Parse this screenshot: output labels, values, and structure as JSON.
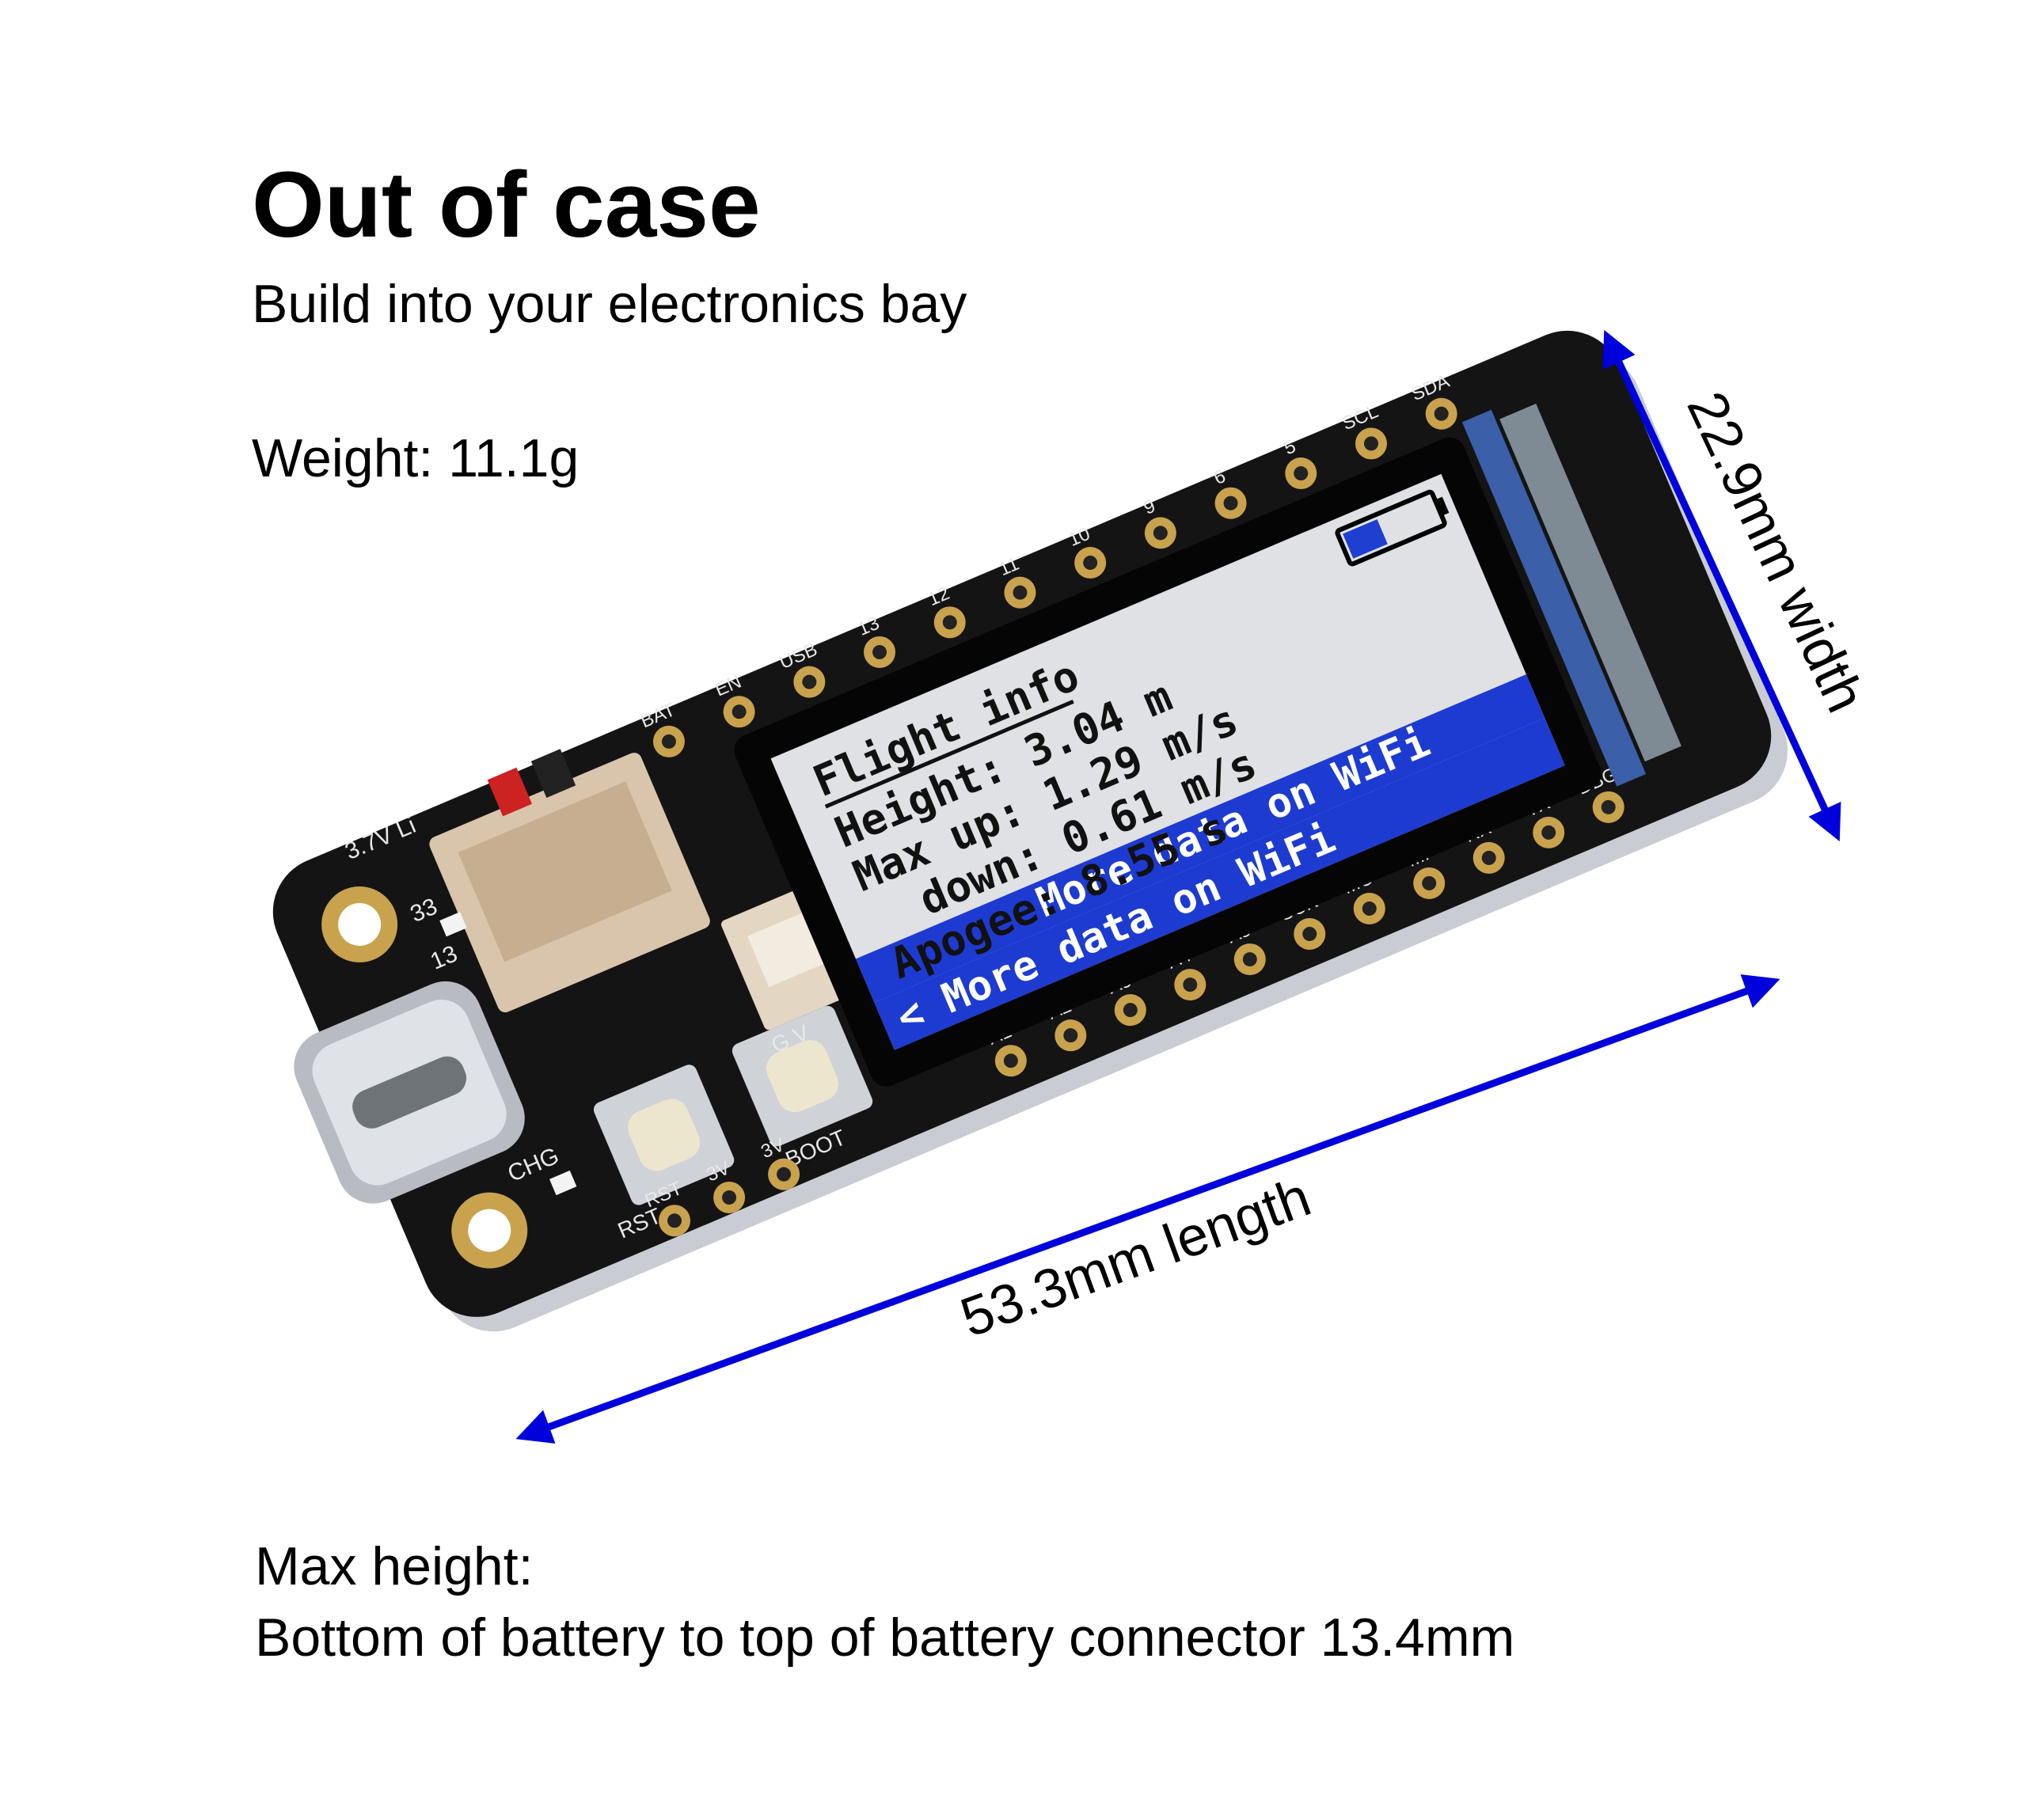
{
  "header": {
    "title": "Out of case",
    "subtitle": "Build into your electronics bay"
  },
  "specs": {
    "weight": "Weight: 11.1g",
    "max_height_label": "Max height:",
    "max_height_detail": "Bottom of battery to top of battery connector 13.4mm"
  },
  "dimensions": {
    "width": "22.9mm width",
    "length": "53.3mm length",
    "arrow_color": "#0000dd"
  },
  "display": {
    "title": "Flight info",
    "rows": [
      "Height: 3.04 m",
      "Max up: 1.29 m/s",
      "  down: 0.61 m/s",
      "Apogee: 8.55 s"
    ],
    "banner_top": "More data on WiFi",
    "banner_bottom": "< More data on WiFi",
    "battery_level": 0.4
  },
  "board": {
    "top_pins": [
      "BAT",
      "EN",
      "USB",
      "13",
      "12",
      "11",
      "10",
      "9",
      "6",
      "5",
      "SCL",
      "SDA"
    ],
    "bottom_pins": [
      "A1",
      "A2",
      "A3",
      "A4",
      "A5",
      "SCK",
      "MO",
      "MI",
      "RX",
      "TX",
      "DBG"
    ],
    "left_pins": [
      "RST",
      "3V",
      "3V"
    ],
    "silkscreen": {
      "batt": "3.7V Li",
      "led33": "33",
      "led13": "13",
      "chg": "CHG",
      "rst": "RST",
      "boot": "BOOT",
      "gv": "G V",
      "c": "C"
    }
  }
}
